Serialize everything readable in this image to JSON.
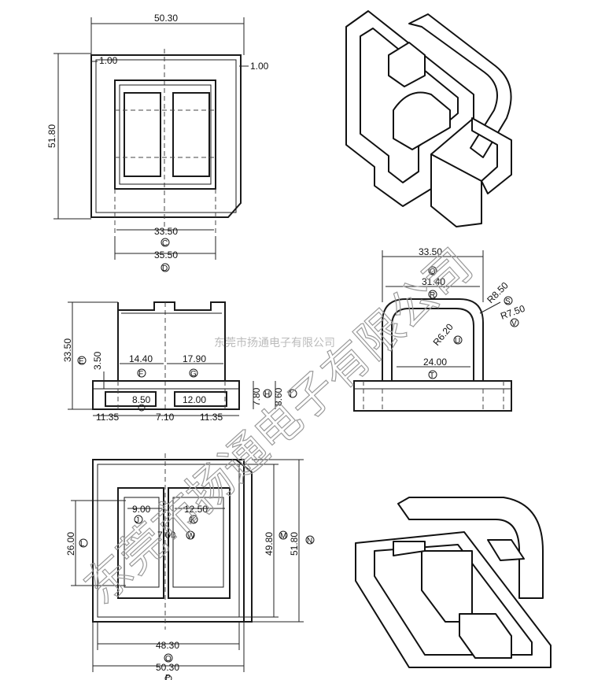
{
  "dimensions": {
    "top_width": "50.30",
    "top_height": "51.80",
    "top_left_wall": "1.00",
    "top_right_wall": "1.00",
    "top_inner_c": "33.50",
    "top_inner_d": "35.50",
    "front_height_e": "33.50",
    "front_f": "14.40",
    "front_g": "17.90",
    "front_step": "3.50",
    "front_h": "7.80",
    "front_i": "8.60",
    "front_slot_left": "8.50",
    "front_slot_right": "12.00",
    "front_margin_left": "11.35",
    "front_center": "7.10",
    "front_margin_right": "11.35",
    "side_q": "33.50",
    "side_r": "31.40",
    "side_s": "R8.50",
    "side_v": "R7.50",
    "side_u": "R6.20",
    "side_t": "24.00",
    "bottom_j": "9.00",
    "bottom_k": "12.50",
    "bottom_w": "7.00",
    "bottom_l": "26.00",
    "bottom_m": "49.80",
    "bottom_n": "51.80",
    "bottom_o": "48.30",
    "bottom_p": "50.30"
  },
  "callouts": {
    "c": "C",
    "d": "D",
    "e": "E",
    "f": "F",
    "g": "G",
    "h": "H",
    "i": "I",
    "j": "J",
    "k": "K",
    "l": "L",
    "m": "M",
    "n": "N",
    "o": "O",
    "p": "P",
    "q": "Q",
    "r": "R",
    "s": "S",
    "t": "T",
    "u": "U",
    "v": "V",
    "w": "W"
  },
  "watermark": {
    "large": "东莞市扬通电子有限公司",
    "small": "东莞市扬通电子有限公司"
  }
}
